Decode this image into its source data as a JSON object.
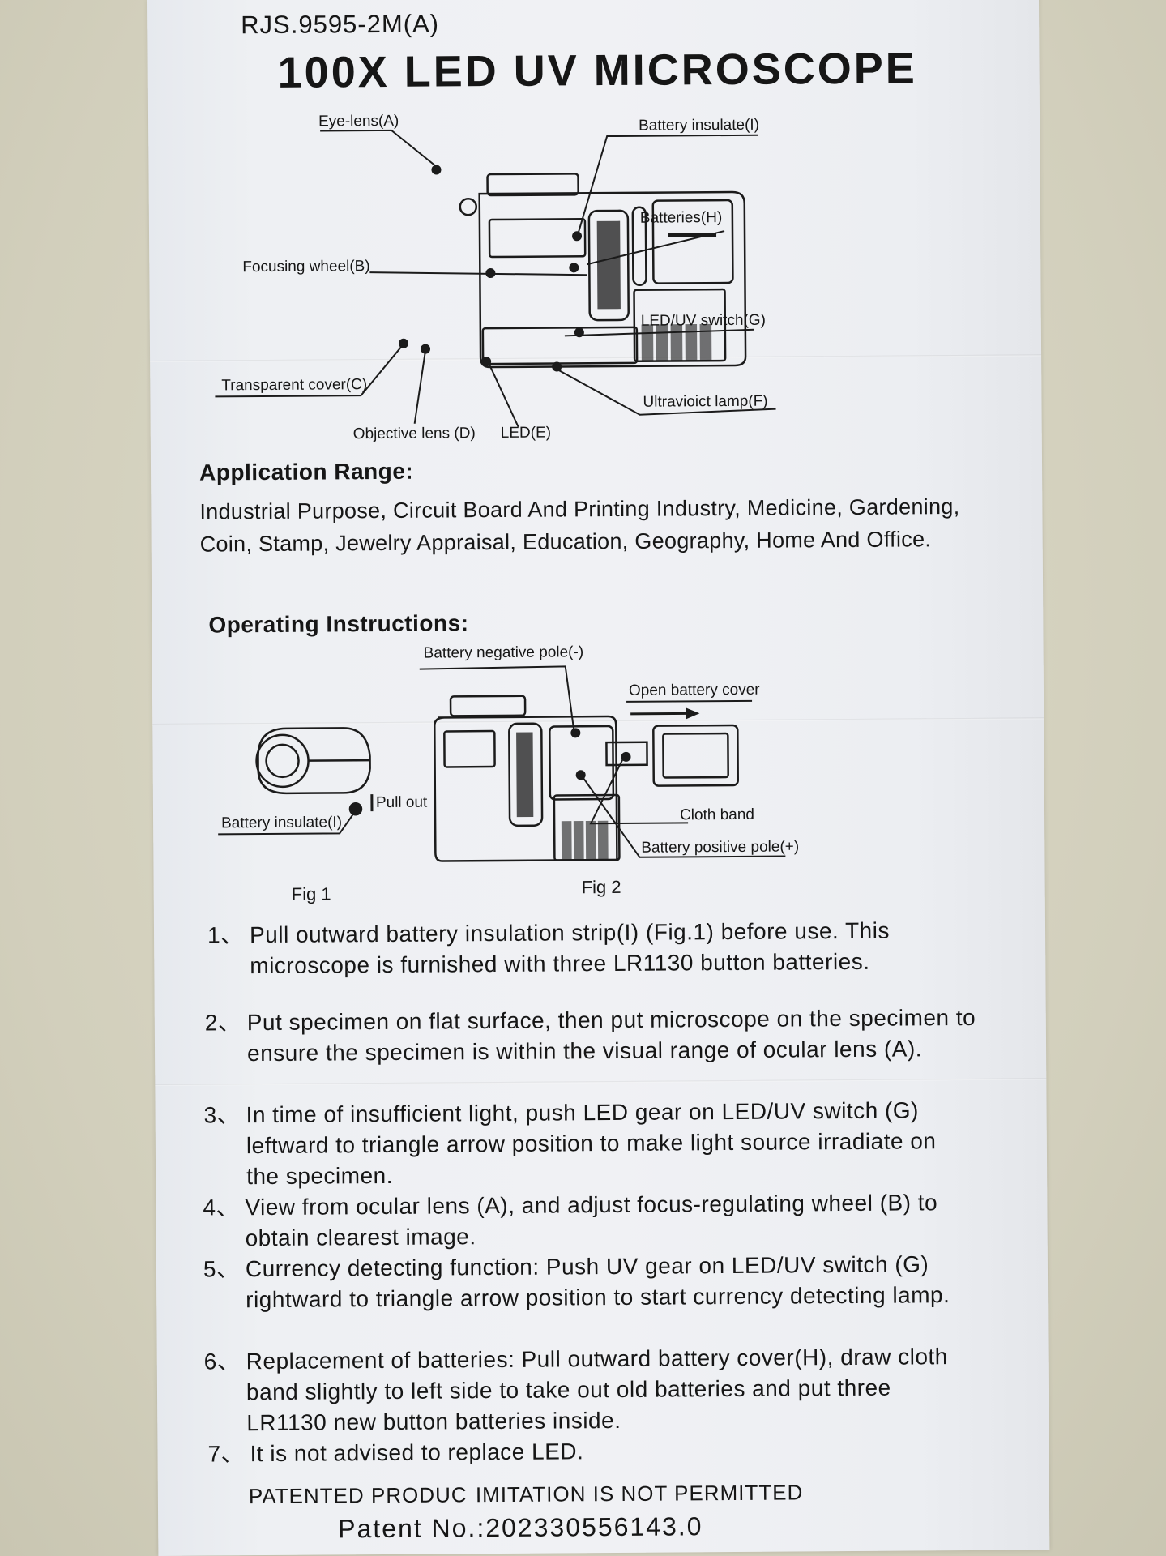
{
  "header": {
    "model": "RJS.9595-2M(A)",
    "title": "100X LED UV MICROSCOPE"
  },
  "diagram1": {
    "eye_lens": "Eye-lens(A)",
    "battery_insulate": "Battery insulate(I)",
    "batteries": "Batteries(H)",
    "focusing_wheel": "Focusing wheel(B)",
    "led_uv_switch": "LED/UV switch(G)",
    "transparent_cover": "Transparent cover(C)",
    "ultraviolet_lamp": "Ultravioіct lamp(F)",
    "objective_lens": "Objective lens (D)",
    "led": "LED(E)"
  },
  "application": {
    "heading": "Application Range:",
    "text": "Industrial Purpose, Circuit Board And Printing Industry, Medicine, Gardening, Coin, Stamp, Jewelry Appraisal, Education, Geography, Home And Office."
  },
  "operating": {
    "heading": "Operating Instructions:"
  },
  "diagram2": {
    "battery_negative": "Battery negative pole(-)",
    "open_cover": "Open battery cover",
    "pull_out": "Pull out",
    "battery_insulate": "Battery insulate(I)",
    "cloth_band": "Cloth band",
    "battery_positive": "Battery positive pole(+)",
    "fig1": "Fig 1",
    "fig2": "Fig 2"
  },
  "steps": [
    {
      "num": "1、",
      "text": "Pull outward battery insulation strip(I) (Fig.1) before use. This microscope is furnished with three LR1130 button batteries."
    },
    {
      "num": "2、",
      "text": "Put specimen on flat surface, then put microscope on the specimen to ensure the specimen is within the visual range of ocular lens (A)."
    },
    {
      "num": "3、",
      "text": "In time of insufficient light, push LED gear on LED/UV switch (G) leftward to triangle arrow position to make light source irradiate on the specimen."
    },
    {
      "num": "4、",
      "text": "View from ocular lens (A), and adjust focus-regulating wheel (B) to obtain clearest image."
    },
    {
      "num": "5、",
      "text": "Currency detecting function: Push UV gear on LED/UV switch (G) rightward to triangle arrow position to start currency detecting lamp."
    },
    {
      "num": "6、",
      "text": "Replacement of batteries: Pull outward battery cover(H), draw cloth band slightly to left side to take out old batteries and put three LR1130 new button batteries inside."
    },
    {
      "num": "7、",
      "text": "It is not advised to replace LED."
    }
  ],
  "footer": {
    "patented": "PATENTED PRODUC",
    "imitation": "IMITATION IS NOT PERMITTED",
    "patent_no": "Patent No.:202330556143.0"
  }
}
